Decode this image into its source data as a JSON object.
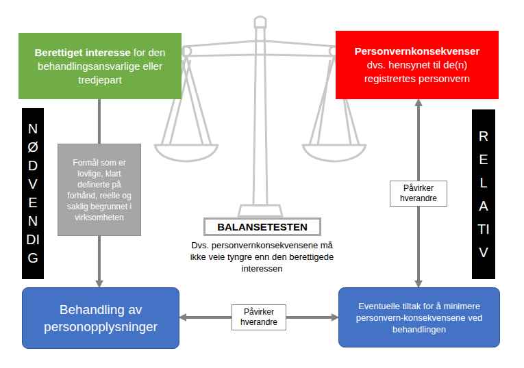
{
  "diagram": {
    "nodes": [
      {
        "text": [
          "Berettiget interesse",
          "for den behandlingsansvarlige eller tredjepart"
        ]
      },
      {
        "text": [
          "Personvernkonsekvenser",
          "dvs. hensynet til de(n) registrertes personvern"
        ]
      },
      {
        "text": [
          "NØDVENDIG"
        ]
      },
      {
        "text": [
          "Formål som er lovlige, klart definerte på forhånd, reelle og saklig begrunnet i virksomheten"
        ]
      },
      {
        "text": [
          "BALANSETESTEN"
        ]
      },
      {
        "text": [
          "RELATIV"
        ]
      },
      {
        "text": [
          "Behandling av personopplysninger"
        ]
      },
      {
        "text": [
          "Eventuelle tiltak for å minimere personvern-konsekvensene ved behandlingen"
        ]
      }
    ],
    "edges": [
      {
        "from": 0,
        "to": 3,
        "arrow": "none"
      },
      {
        "from": 3,
        "to": 6,
        "arrow": "to"
      },
      {
        "from": 1,
        "to": 7,
        "label": "Påvirker hverandre",
        "arrow": "both"
      },
      {
        "from": 6,
        "to": 7,
        "label": "Påvirker hverandre",
        "arrow": "both"
      }
    ],
    "labels": [
      "Dvs. personvernkonsekvensene må ikke veie tyngre enn den berettigede interessen"
    ]
  }
}
